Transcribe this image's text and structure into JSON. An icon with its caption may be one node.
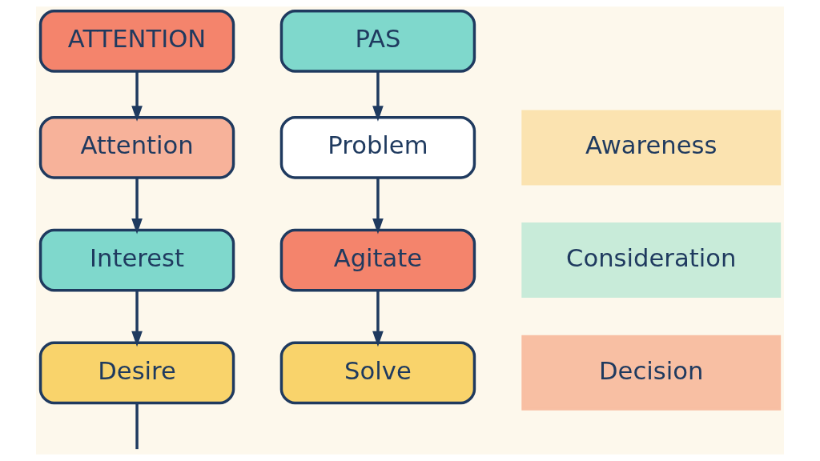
{
  "diagram": {
    "nodes": [
      {
        "text": [
          "ATTENTION"
        ]
      },
      {
        "text": [
          "Attention"
        ]
      },
      {
        "text": [
          "Interest"
        ]
      },
      {
        "text": [
          "Desire"
        ]
      },
      {
        "text": [
          "PAS"
        ]
      },
      {
        "text": [
          "Problem"
        ]
      },
      {
        "text": [
          "Agitate"
        ]
      },
      {
        "text": [
          "Solve"
        ]
      },
      {
        "text": [
          "Awareness"
        ]
      },
      {
        "text": [
          "Consideration"
        ]
      },
      {
        "text": [
          "Decision"
        ]
      }
    ],
    "edges": [
      {
        "from": 0,
        "to": 1,
        "arrow": "to"
      },
      {
        "from": 1,
        "to": 2,
        "arrow": "to"
      },
      {
        "from": 2,
        "to": 3,
        "arrow": "to"
      },
      {
        "from": 3,
        "to": null,
        "arrow": "none"
      },
      {
        "from": 4,
        "to": 5,
        "arrow": "to"
      },
      {
        "from": 5,
        "to": 6,
        "arrow": "to"
      },
      {
        "from": 6,
        "to": 7,
        "arrow": "to"
      }
    ]
  }
}
